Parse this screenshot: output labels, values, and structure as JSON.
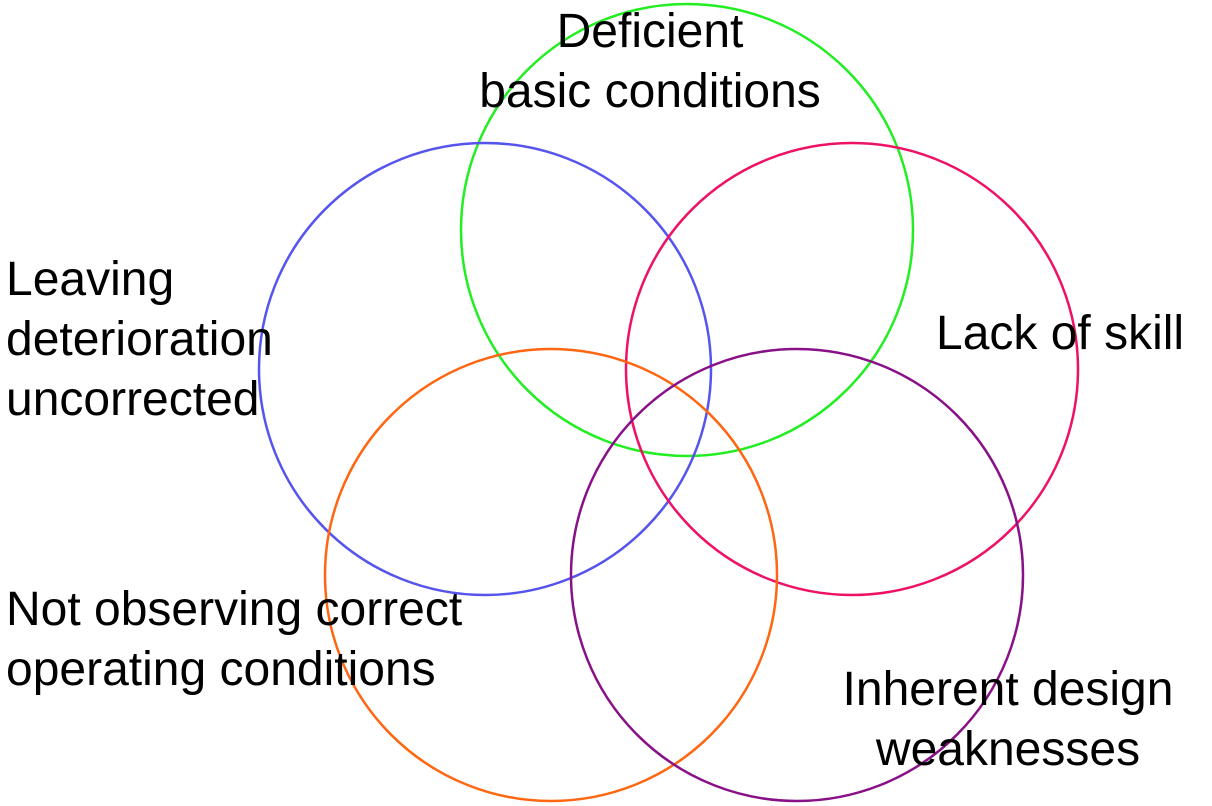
{
  "circles": [
    {
      "id": "deficient",
      "label_lines": [
        "Deficient",
        "basic conditions"
      ],
      "color": "#22ee22"
    },
    {
      "id": "leaving",
      "label_lines": [
        "Leaving",
        "deterioration",
        "uncorrected"
      ],
      "color": "#5555ee"
    },
    {
      "id": "lack",
      "label_lines": [
        "Lack of skill"
      ],
      "color": "#ee1166"
    },
    {
      "id": "notobs",
      "label_lines": [
        "Not observing correct",
        "operating conditions"
      ],
      "color": "#ff6611"
    },
    {
      "id": "inherent",
      "label_lines": [
        "Inherent design",
        "weaknesses"
      ],
      "color": "#881188"
    }
  ]
}
